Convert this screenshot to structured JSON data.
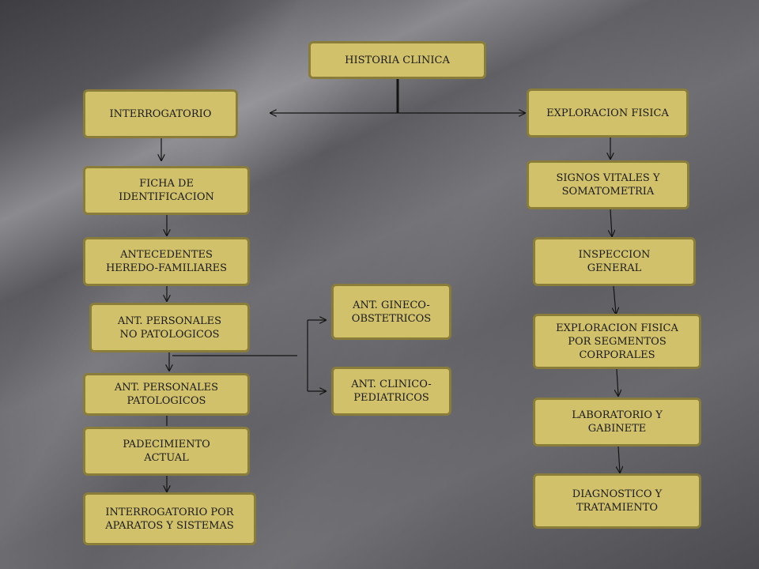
{
  "nodes": {
    "historia": "HISTORIA CLINICA",
    "interrogatorio": "INTERROGATORIO",
    "exploracion": "EXPLORACION FISICA",
    "ficha": "FICHA DE\nIDENTIFICACION",
    "antecedentes": "ANTECEDENTES\nHEREDO-FAMILIARES",
    "no_patologicos": "ANT. PERSONALES\nNO PATOLOGICOS",
    "patologicos": "ANT. PERSONALES\nPATOLOGICOS",
    "padecimiento": "PADECIMIENTO\nACTUAL",
    "aparatos": "INTERROGATORIO POR\nAPARATOS Y SISTEMAS",
    "gineco": "ANT. GINECO-\nOBSTETRICOS",
    "clinico": "ANT. CLINICO-\nPEDIATRICOS",
    "signos": "SIGNOS VITALES Y\nSOMATOMETRIA",
    "inspeccion": "INSPECCION\nGENERAL",
    "segmentos": "EXPLORACION FISICA\nPOR SEGMENTOS\nCORPORALES",
    "laboratorio": "LABORATORIO Y\nGABINETE",
    "diagnostico": "DIAGNOSTICO Y\nTRATAMIENTO"
  },
  "colors": {
    "box_fill": "#d1c16a",
    "box_border": "#8a7d3a",
    "connector": "#141414"
  }
}
